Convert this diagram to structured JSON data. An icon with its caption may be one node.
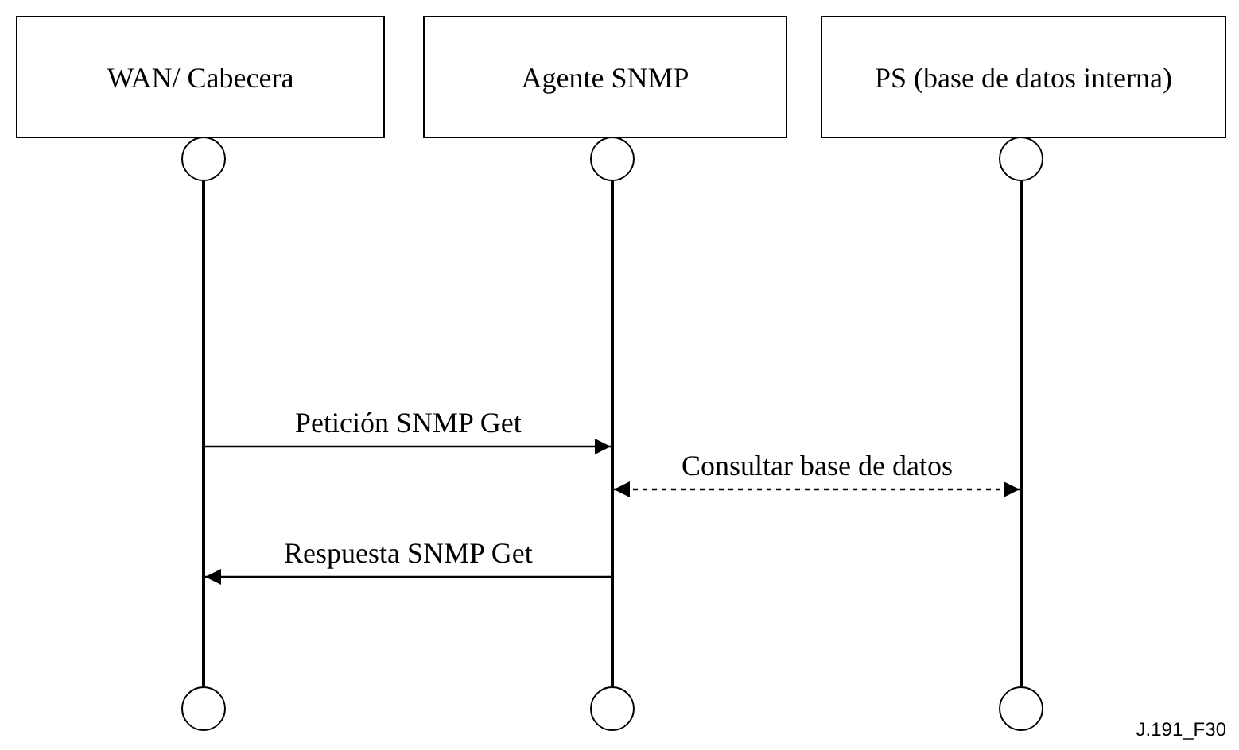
{
  "diagram": {
    "nodes": [
      {
        "text": [
          "WAN/ Cabecera"
        ]
      },
      {
        "text": [
          "Agente SNMP"
        ]
      },
      {
        "text": [
          "PS (base de datos interna)"
        ]
      },
      {
        "text": [],
        "shape": "circle"
      },
      {
        "text": [],
        "shape": "circle"
      },
      {
        "text": [],
        "shape": "circle"
      },
      {
        "text": [],
        "shape": "bar"
      },
      {
        "text": [],
        "shape": "bar"
      },
      {
        "text": [],
        "shape": "bar"
      },
      {
        "text": [],
        "shape": "circle"
      },
      {
        "text": [],
        "shape": "circle"
      },
      {
        "text": [],
        "shape": "circle"
      }
    ],
    "edges": [
      {
        "from": 6,
        "to": 7,
        "arrow": "to",
        "label": "Petición SNMP Get"
      },
      {
        "from": 7,
        "to": 8,
        "arrow": "both",
        "label": "Consultar base de datos",
        "style": "dashed"
      },
      {
        "from": 7,
        "to": 6,
        "arrow": "to",
        "label": "Respuesta SNMP Get"
      }
    ],
    "labels": [
      "J.191_F30"
    ]
  }
}
